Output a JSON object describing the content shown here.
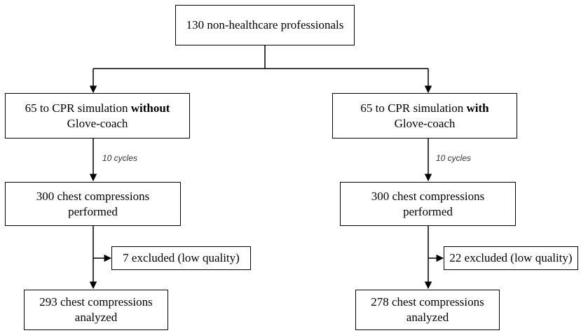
{
  "top": {
    "text": "130 non-healthcare professionals"
  },
  "left_arm": {
    "group_prefix": "65 to CPR simulation ",
    "group_emphasis": "without",
    "group_line2": "Glove-coach",
    "cycles": "10 cycles",
    "performed_line1": "300 chest compressions",
    "performed_line2": "performed",
    "excluded": "7 excluded (low quality)",
    "analyzed_line1": "293 chest compressions",
    "analyzed_line2": "analyzed"
  },
  "right_arm": {
    "group_prefix": "65 to CPR simulation ",
    "group_emphasis": "with",
    "group_line2": "Glove-coach",
    "cycles": "10 cycles",
    "performed_line1": "300 chest compressions",
    "performed_line2": "performed",
    "excluded": "22 excluded (low quality)",
    "analyzed_line1": "278 chest compressions",
    "analyzed_line2": "analyzed"
  }
}
